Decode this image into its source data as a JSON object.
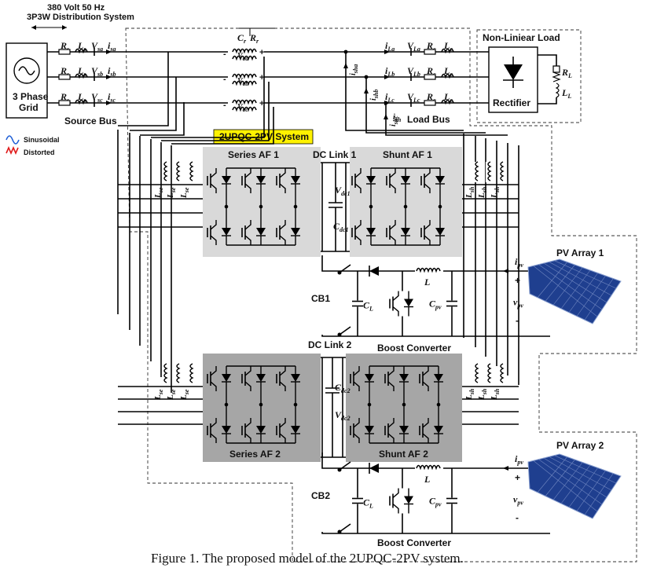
{
  "header": {
    "line1": "380 Volt 50 Hz",
    "line2": "3P3W Distribution System"
  },
  "grid": {
    "label1": "3 Phase",
    "label2": "Grid"
  },
  "source_bus": "Source Bus",
  "load_bus": "Load Bus",
  "legend": {
    "sinusoidal": "Sinusoidal",
    "distorted": "Distorted",
    "sinusoidal_color": "#1f5fd6",
    "distorted_color": "#e01b1b"
  },
  "system_badge": {
    "text": "2UPQC-2PV System",
    "color": "#fff200"
  },
  "load": {
    "title": "Non-Liniear Load",
    "rectifier": "Rectifier",
    "rl": "R",
    "rl_sub": "L",
    "ll": "L",
    "ll_sub": "L"
  },
  "blocks": {
    "series1": "Series AF 1",
    "shunt1": "Shunt AF 1",
    "series2": "Series AF 2",
    "shunt2": "Shunt AF 2",
    "dclink1": "DC Link 1",
    "dclink2": "DC Link 2",
    "boost1": "Boost Converter",
    "boost2": "Boost Converter",
    "cb1": "CB1",
    "cb2": "CB2",
    "pv1": "PV Array 1",
    "pv2": "PV Array 2"
  },
  "phases": [
    "a",
    "b",
    "c"
  ],
  "symbols": {
    "Rs": "R",
    "Rs_sub": "s",
    "Ls": "L",
    "Ls_sub": "s",
    "Rc": "R",
    "Rc_sub": "c",
    "Lc": "L",
    "Lc_sub": "c",
    "Cr": "C",
    "Cr_sub": "r",
    "Rr": "R",
    "Rr_sub": "r",
    "Lse": "L",
    "Lse_sub": "se",
    "Lsh": "L",
    "Lsh_sub": "sh",
    "Vdc1": "V",
    "Vdc1_sub": "dc1",
    "Cdc1": "C",
    "Cdc1_sub": "dc1",
    "Vdc2": "V",
    "Vdc2_sub": "dc2",
    "Cdc2": "C",
    "Cdc2_sub": "dc2",
    "CL": "C",
    "CL_sub": "L",
    "Cpv": "C",
    "Cpv_sub": "pv",
    "L": "L",
    "ipv": "i",
    "ipv_sub": "pv",
    "vpv": "v",
    "vpv_sub": "pv",
    "ish": "i",
    "ish_sub": "sh",
    "plus": "+",
    "minus": "-"
  },
  "caption": "Figure 1. The proposed model of the 2UPQC-2PV system."
}
